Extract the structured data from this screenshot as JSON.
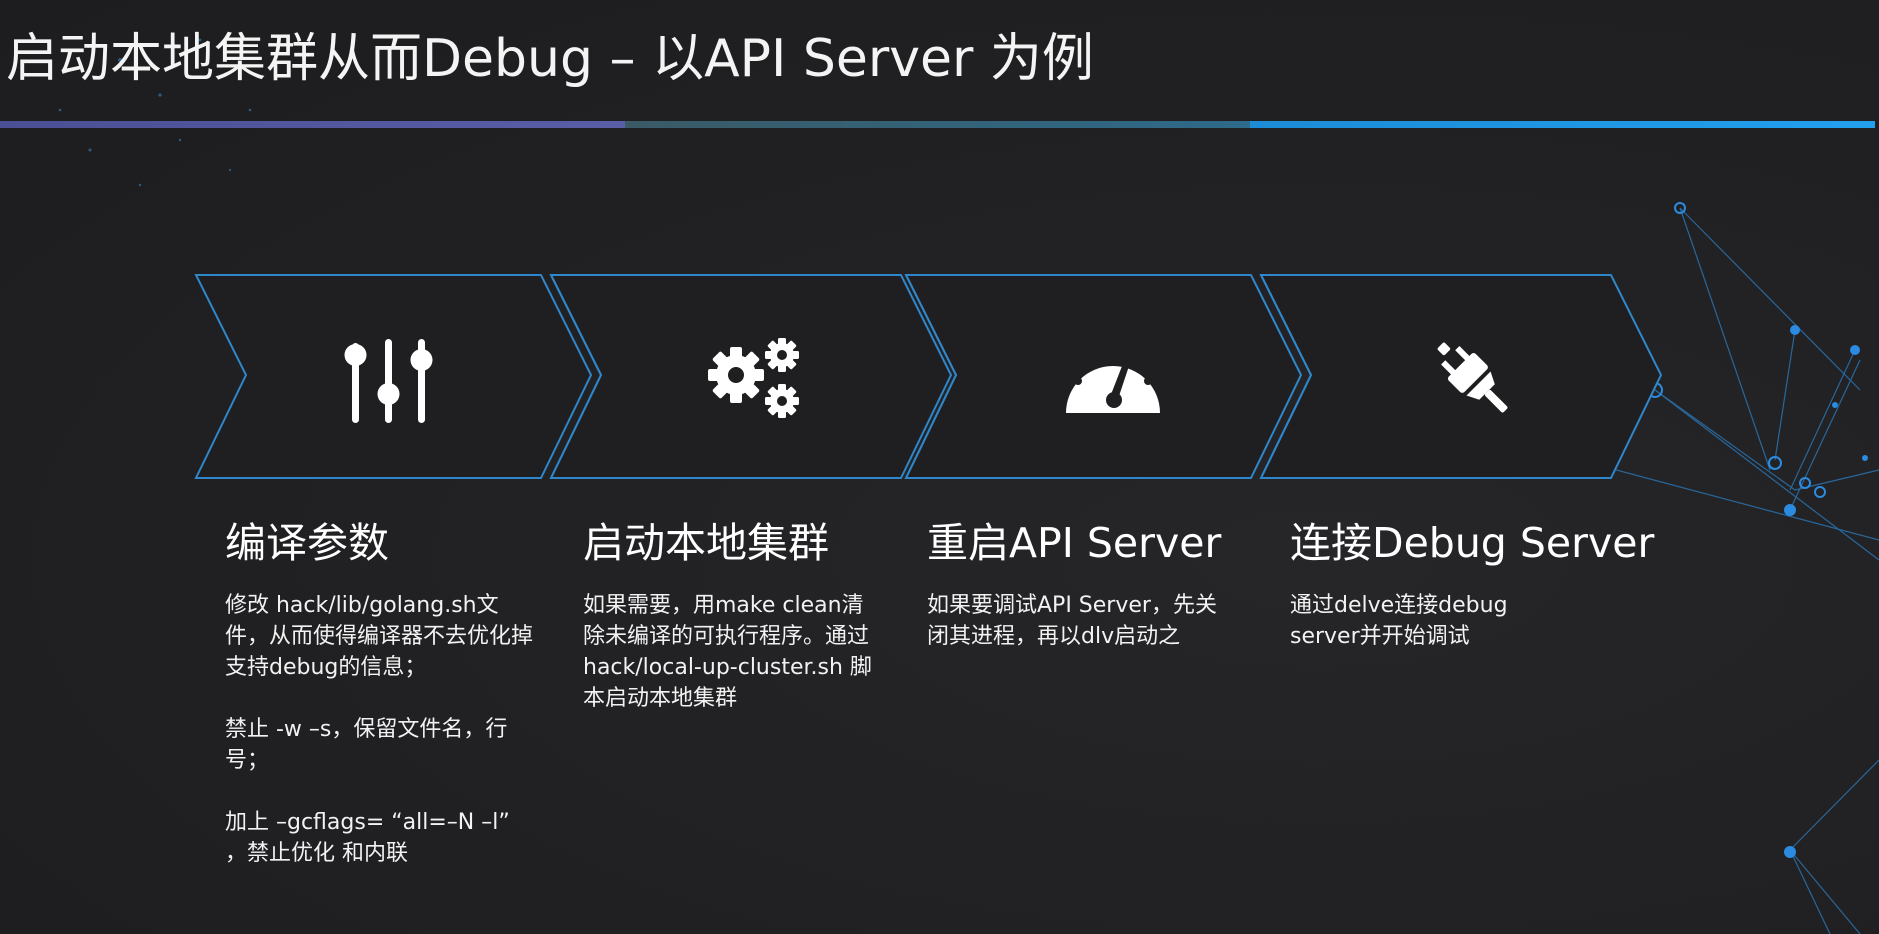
{
  "slide": {
    "title": "启动本地集群从而Debug – 以API Server 为例",
    "colors": {
      "background": "#222224",
      "chevron_stroke": "#2f86c9",
      "bar_segments": [
        "#4b4f94",
        "#2e6a8a",
        "#1c8cd6"
      ]
    }
  },
  "steps": [
    {
      "icon": "sliders-icon",
      "title": "编译参数",
      "paragraphs": [
        "修改 hack/lib/golang.sh文件，从而使得编译器不去优化掉支持debug的信息；",
        "禁止 -w –s，保留文件名，行号；",
        "加上 –gcflags= “all=–N –l” ，禁止优化 和内联"
      ]
    },
    {
      "icon": "gears-icon",
      "title": "启动本地集群",
      "paragraphs": [
        "如果需要，用make clean清除未编译的可执行程序。通过 hack/local-up-cluster.sh 脚本启动本地集群"
      ]
    },
    {
      "icon": "speedometer-icon",
      "title": "重启API Server",
      "paragraphs": [
        "如果要调试API Server，先关闭其进程，再以dlv启动之"
      ]
    },
    {
      "icon": "plug-icon",
      "title": "连接Debug Server",
      "paragraphs": [
        "通过delve连接debug server并开始调试"
      ]
    }
  ]
}
